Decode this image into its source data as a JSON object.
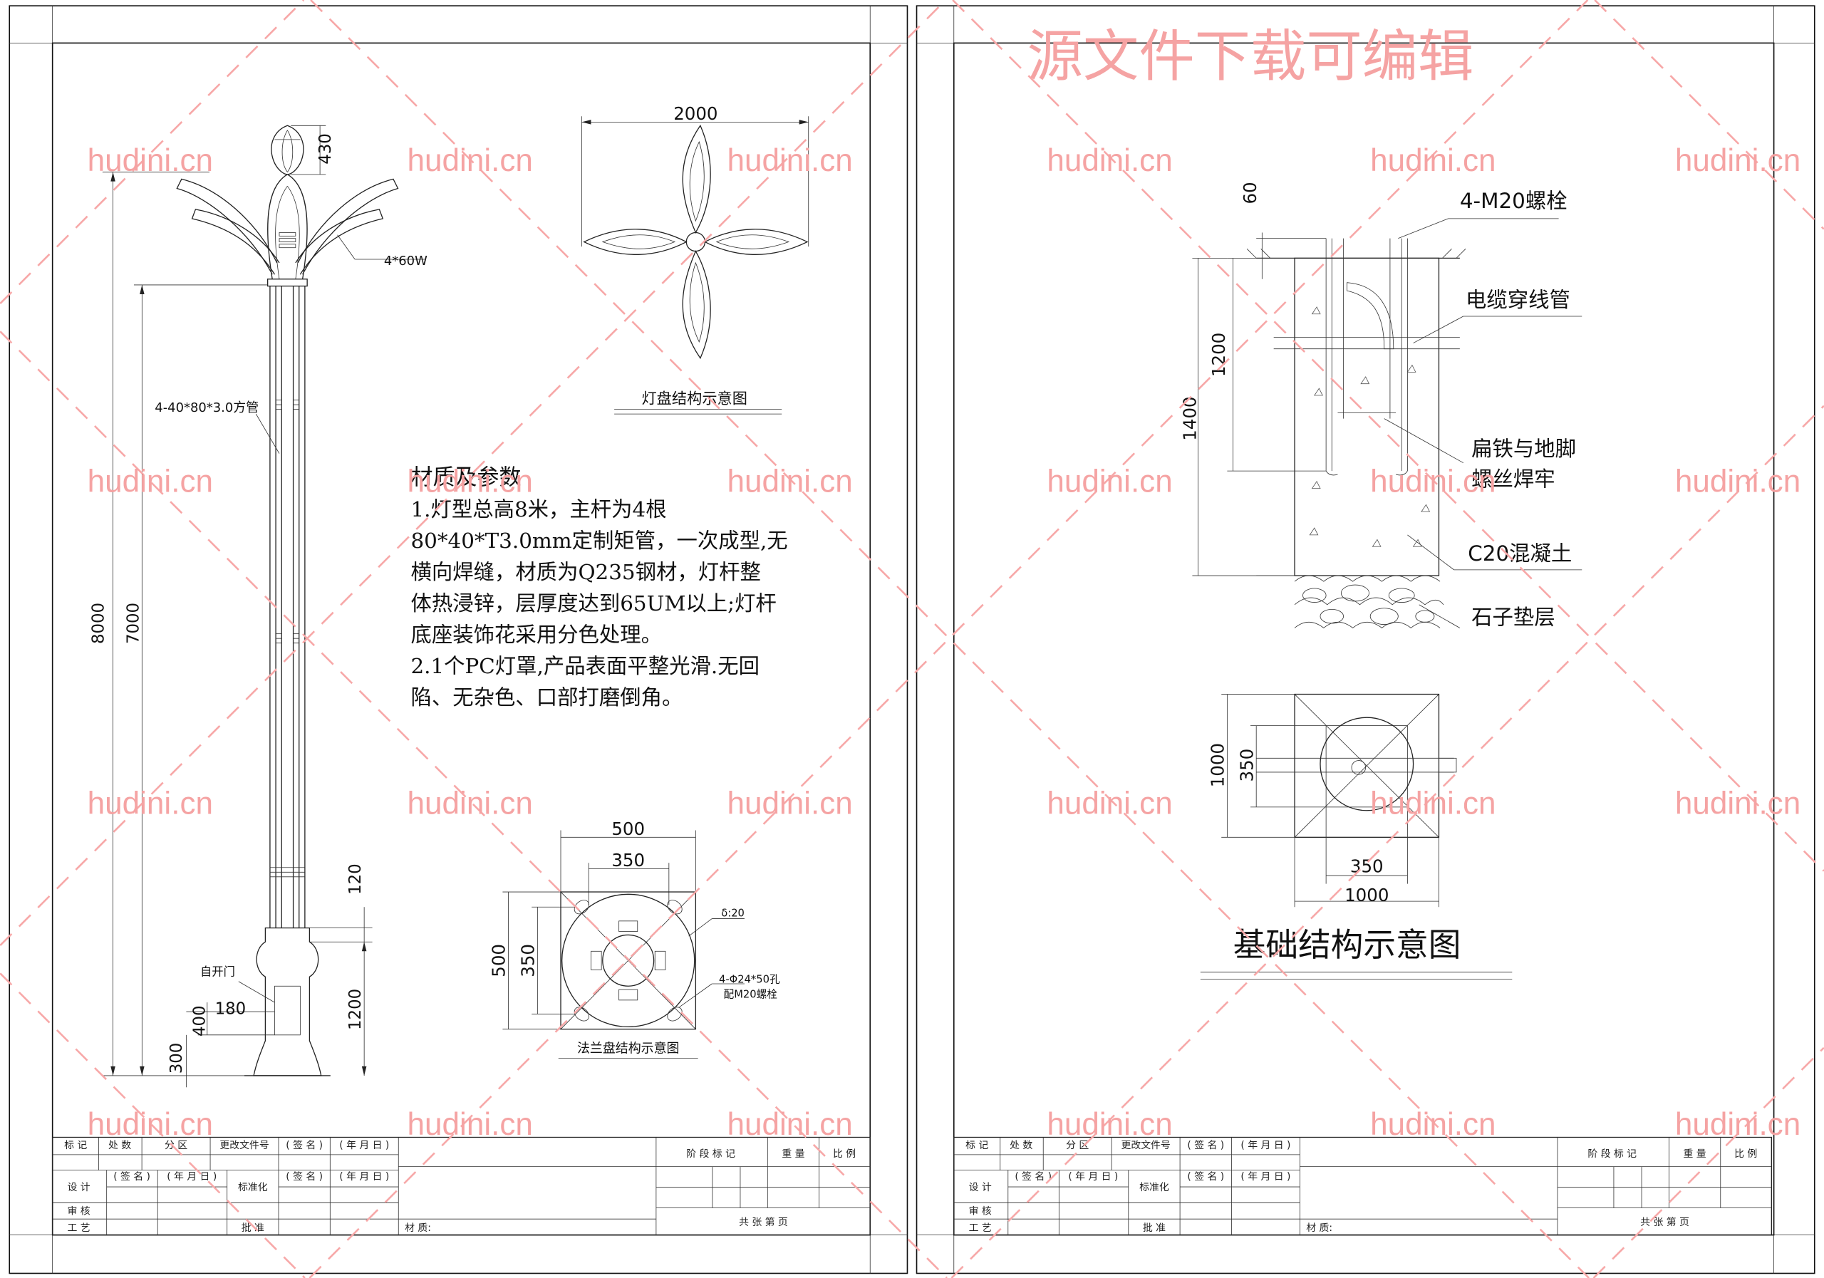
{
  "watermark": {
    "site": "hudini.cn",
    "banner": "源文件下载可编辑",
    "color": "#f5a3a3"
  },
  "left_sheet": {
    "pole": {
      "labels": {
        "lamp_power": "4*60W",
        "tube_spec": "4-40*80*3.0方管",
        "door": "自开门"
      },
      "dims": {
        "total_height": "8000",
        "pole_height": "7000",
        "head_height": "430",
        "ring_spacing": "120",
        "base_height": "1200",
        "door_width": "180",
        "door_height": "400",
        "door_offset": "300"
      }
    },
    "lamp_plate": {
      "width_dim": "2000",
      "caption": "灯盘结构示意图"
    },
    "spec": {
      "title": "材质及参数",
      "lines": [
        "1.灯型总高8米，主杆为4根",
        "80*40*T3.0mm定制矩管，一次成型,无",
        "横向焊缝，材质为Q235钢材，灯杆整",
        "体热浸锌，层厚度达到65UM以上;灯杆",
        "底座装饰花采用分色处理。",
        "2.1个PC灯罩,产品表面平整光滑.无回",
        "陷、无杂色、口部打磨倒角。"
      ]
    },
    "flange": {
      "outer_dim": "500",
      "inner_dim": "350",
      "side_outer_dim": "500",
      "side_inner_dim": "350",
      "thickness": "δ:20",
      "holes": "4-Φ24*50孔",
      "bolts": "配M20螺栓",
      "caption": "法兰盘结构示意图"
    }
  },
  "right_sheet": {
    "section": {
      "dims": {
        "top": "60",
        "embed": "1200",
        "depth": "1400"
      },
      "labels": {
        "bolts": "4-M20螺栓",
        "cable_pipe": "电缆穿线管",
        "weld_1": "扁铁与地脚",
        "weld_2": "螺丝焊牢",
        "concrete": "C20混凝土",
        "gravel": "石子垫层"
      }
    },
    "plan": {
      "dims": {
        "side_outer": "1000",
        "side_inner": "350",
        "bottom_inner": "350",
        "bottom_outer": "1000"
      },
      "caption": "基础结构示意图"
    }
  },
  "title_block": {
    "mark": "标 记",
    "count": "处 数",
    "zone": "分 区",
    "change_doc": "更改文件号",
    "signature": "( 签 名 )",
    "date": "( 年 月 日 )",
    "design": "设 计",
    "standardize": "标准化",
    "review": "审 核",
    "process": "工 艺",
    "approve": "批 准",
    "material": "材 质:",
    "stage_mark": "阶 段 标 记",
    "weight": "重 量",
    "scale": "比 例",
    "sheets": "共      张      第      页"
  }
}
